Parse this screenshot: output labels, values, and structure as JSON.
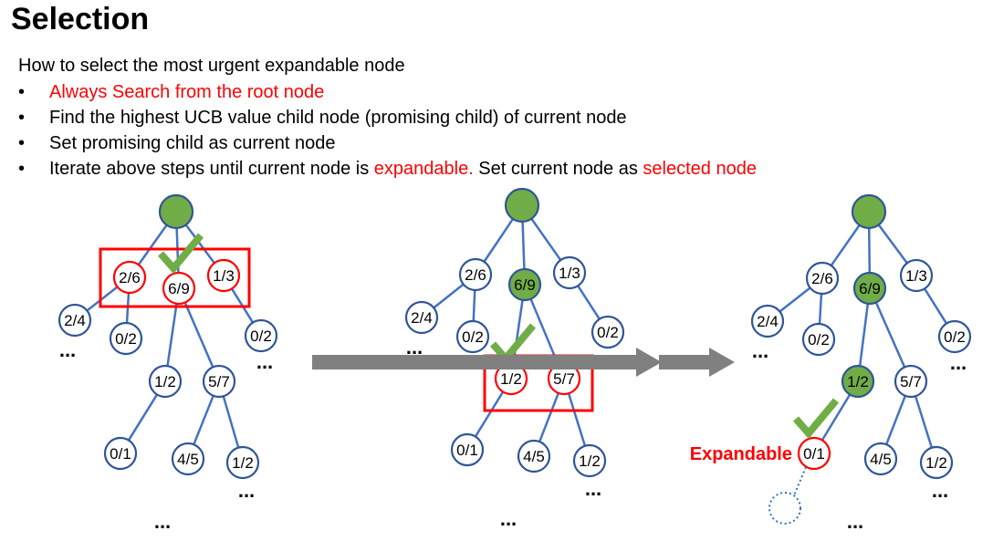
{
  "title": "Selection",
  "intro": "How to select the most urgent expandable node",
  "bullets": [
    {
      "parts": [
        {
          "text": "Always Search from the root node",
          "red": true
        }
      ]
    },
    {
      "parts": [
        {
          "text": "Find the highest UCB value child node (promising child) of current node",
          "red": false
        }
      ]
    },
    {
      "parts": [
        {
          "text": "Set promising child as current node",
          "red": false
        }
      ]
    },
    {
      "parts": [
        {
          "text": "Iterate above steps until current node is ",
          "red": false
        },
        {
          "text": "expandable.",
          "red": true
        },
        {
          "text": " Set current node as ",
          "red": false
        },
        {
          "text": "selected node",
          "red": true
        }
      ]
    }
  ],
  "bullet_char": "•",
  "ellipsis": "...",
  "expandable_label": "Expandable",
  "colors": {
    "edge": "#4472c4",
    "node_stroke": "#2f5597",
    "highlight": "#ff0000",
    "selected_fill": "#70ad47",
    "check": "#70ad47",
    "arrow": "#808080",
    "dotted": "#2e75b6"
  },
  "trees": [
    {
      "nodes": {
        "root": {
          "label": "",
          "style": "filled"
        },
        "a": {
          "label": "2/6",
          "style": "red"
        },
        "b": {
          "label": "6/9",
          "style": "red"
        },
        "c": {
          "label": "1/3",
          "style": "red"
        },
        "d": {
          "label": "2/4",
          "style": "normal"
        },
        "e": {
          "label": "0/2",
          "style": "normal"
        },
        "f": {
          "label": "0/2",
          "style": "normal"
        },
        "g": {
          "label": "1/2",
          "style": "normal"
        },
        "h": {
          "label": "5/7",
          "style": "normal"
        },
        "i": {
          "label": "0/1",
          "style": "normal"
        },
        "j": {
          "label": "4/5",
          "style": "normal"
        },
        "k": {
          "label": "1/2",
          "style": "normal"
        }
      },
      "edges": [
        [
          "root",
          "a"
        ],
        [
          "root",
          "b"
        ],
        [
          "root",
          "c"
        ],
        [
          "a",
          "d"
        ],
        [
          "a",
          "e"
        ],
        [
          "c",
          "f"
        ],
        [
          "b",
          "g"
        ],
        [
          "b",
          "h"
        ],
        [
          "g",
          "i"
        ],
        [
          "h",
          "j"
        ],
        [
          "h",
          "k"
        ]
      ],
      "checked": "b"
    },
    {
      "nodes": {
        "root": {
          "label": "",
          "style": "filled"
        },
        "a": {
          "label": "2/6",
          "style": "normal"
        },
        "b": {
          "label": "6/9",
          "style": "filled"
        },
        "c": {
          "label": "1/3",
          "style": "normal"
        },
        "d": {
          "label": "2/4",
          "style": "normal"
        },
        "e": {
          "label": "0/2",
          "style": "normal"
        },
        "f": {
          "label": "0/2",
          "style": "normal"
        },
        "g": {
          "label": "1/2",
          "style": "red"
        },
        "h": {
          "label": "5/7",
          "style": "red"
        },
        "i": {
          "label": "0/1",
          "style": "normal"
        },
        "j": {
          "label": "4/5",
          "style": "normal"
        },
        "k": {
          "label": "1/2",
          "style": "normal"
        }
      },
      "edges": [
        [
          "root",
          "a"
        ],
        [
          "root",
          "b"
        ],
        [
          "root",
          "c"
        ],
        [
          "a",
          "d"
        ],
        [
          "a",
          "e"
        ],
        [
          "c",
          "f"
        ],
        [
          "b",
          "g"
        ],
        [
          "b",
          "h"
        ],
        [
          "g",
          "i"
        ],
        [
          "h",
          "j"
        ],
        [
          "h",
          "k"
        ]
      ],
      "checked": "g"
    },
    {
      "nodes": {
        "root": {
          "label": "",
          "style": "filled"
        },
        "a": {
          "label": "2/6",
          "style": "normal"
        },
        "b": {
          "label": "6/9",
          "style": "filled"
        },
        "c": {
          "label": "1/3",
          "style": "normal"
        },
        "d": {
          "label": "2/4",
          "style": "normal"
        },
        "e": {
          "label": "0/2",
          "style": "normal"
        },
        "f": {
          "label": "0/2",
          "style": "normal"
        },
        "g": {
          "label": "1/2",
          "style": "filled"
        },
        "h": {
          "label": "5/7",
          "style": "normal"
        },
        "i": {
          "label": "0/1",
          "style": "red"
        },
        "j": {
          "label": "4/5",
          "style": "normal"
        },
        "k": {
          "label": "1/2",
          "style": "normal"
        }
      },
      "edges": [
        [
          "root",
          "a"
        ],
        [
          "root",
          "b"
        ],
        [
          "root",
          "c"
        ],
        [
          "a",
          "d"
        ],
        [
          "a",
          "e"
        ],
        [
          "c",
          "f"
        ],
        [
          "b",
          "g"
        ],
        [
          "b",
          "h"
        ],
        [
          "g",
          "i"
        ],
        [
          "h",
          "j"
        ],
        [
          "h",
          "k"
        ]
      ],
      "checked": "i"
    }
  ]
}
